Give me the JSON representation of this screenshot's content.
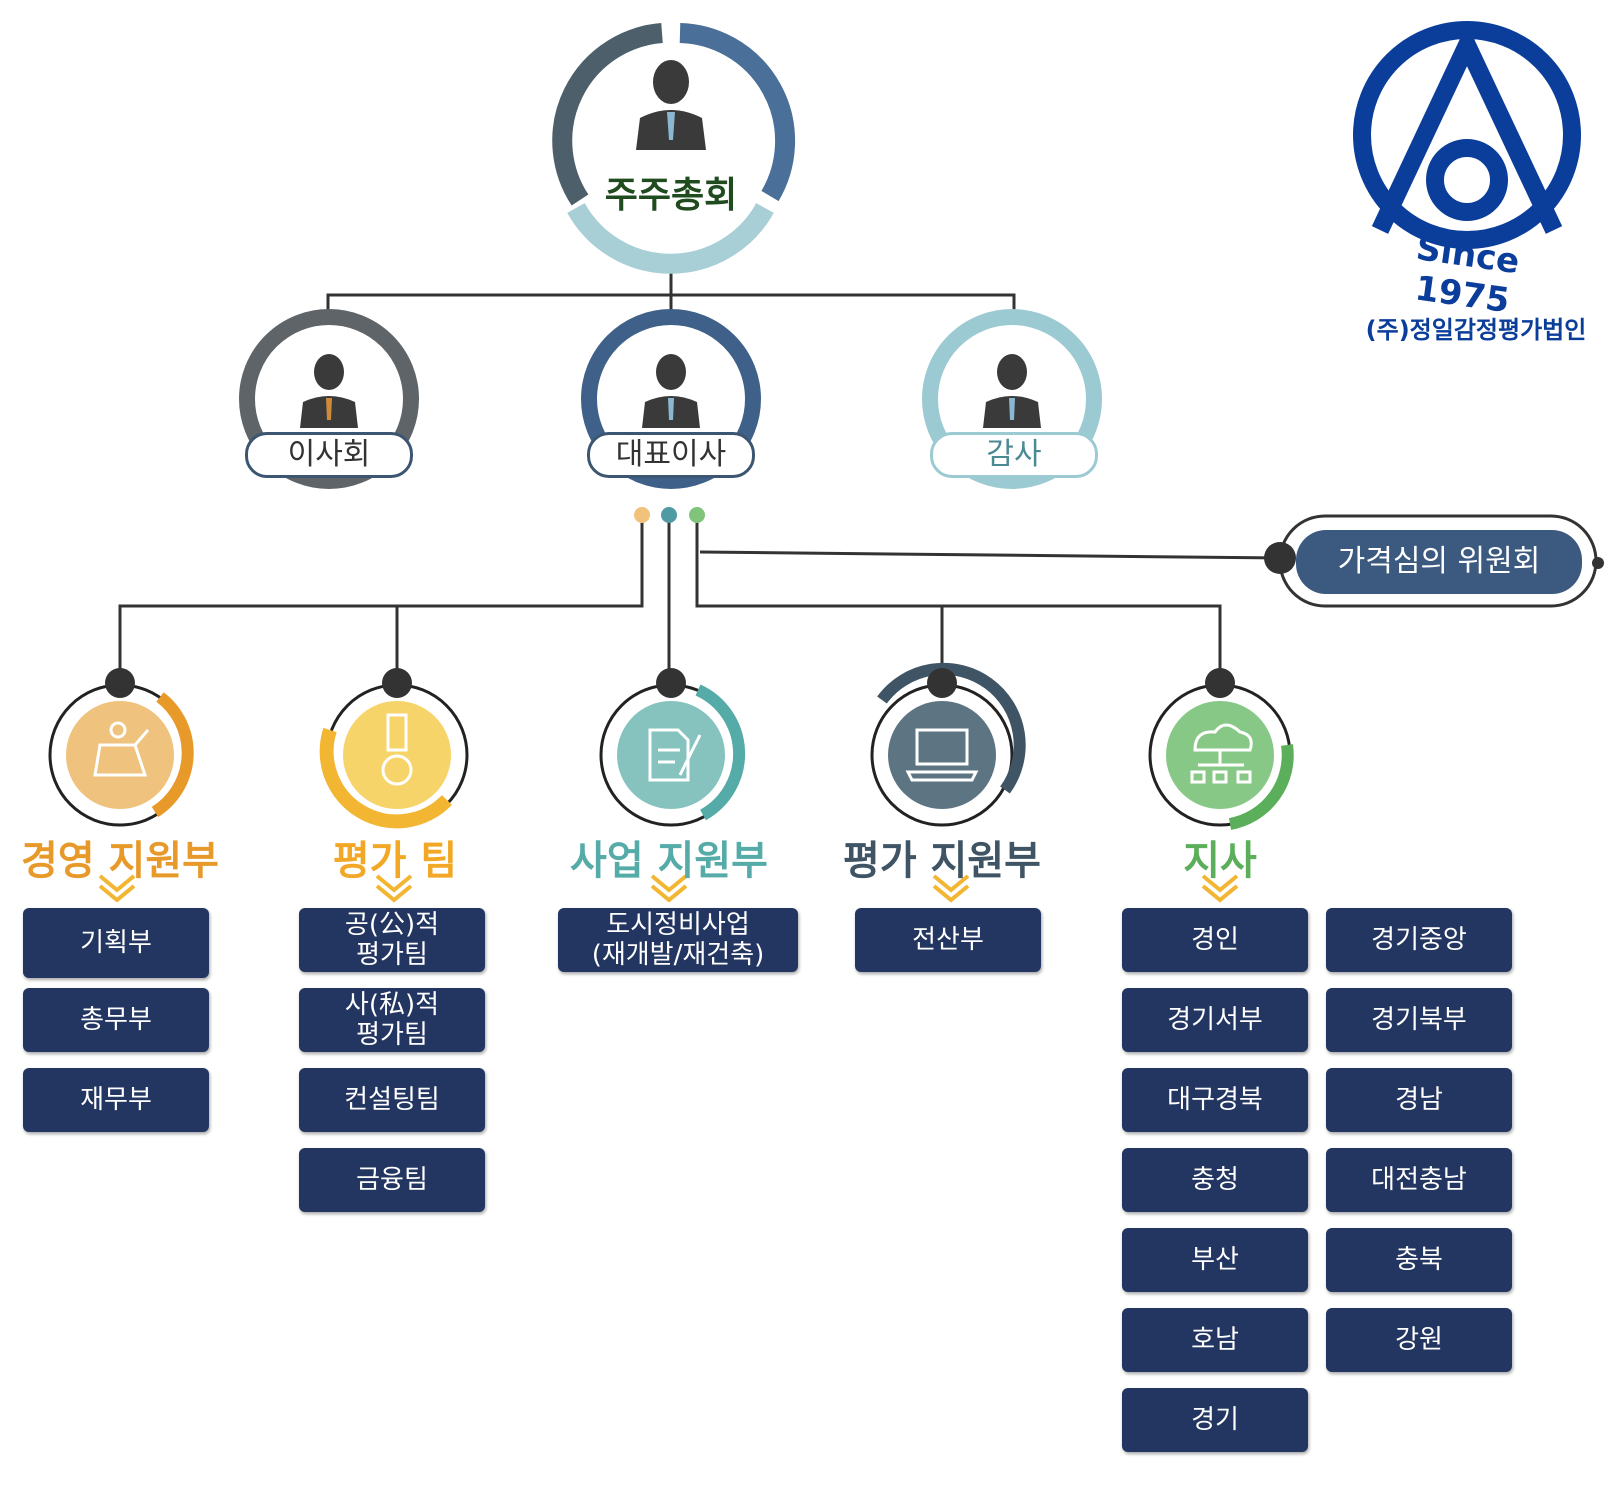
{
  "colors": {
    "navy_box": "#233561",
    "line": "#333333",
    "dept_management": "#e79a2a",
    "dept_evaluation_team": "#f2b632",
    "dept_business": "#55aba8",
    "dept_eval_support": "#3f5565",
    "dept_branch": "#5caf5a",
    "logo_blue": "#0b3e9a"
  },
  "top": {
    "shareholders": "주주총회",
    "board": "이사회",
    "ceo": "대표이사",
    "auditor": "감사",
    "committee": "가격심의 위원회"
  },
  "logo": {
    "since": "Since 1975",
    "company": "(주)정일감정평가법인"
  },
  "departments": [
    {
      "title": "경영 지원부",
      "icon": "presenter-icon",
      "units": [
        "기획부",
        "총무부",
        "재무부"
      ]
    },
    {
      "title": "평가 팀",
      "icon": "medal-icon",
      "units": [
        "공(公)적\n평가팀",
        "사(私)적\n평가팀",
        "컨설팅팀",
        "금융팀"
      ]
    },
    {
      "title": "사업 지원부",
      "icon": "document-pen-icon",
      "units": [
        "도시정비사업\n(재개발/재건축)"
      ]
    },
    {
      "title": "평가 지원부",
      "icon": "laptop-icon",
      "units": [
        "전산부"
      ]
    },
    {
      "title": "지사",
      "icon": "cloud-network-icon",
      "units": [
        "경인",
        "경기중앙",
        "경기서부",
        "경기북부",
        "대구경북",
        "경남",
        "충청",
        "대전충남",
        "부산",
        "충북",
        "호남",
        "강원",
        "경기"
      ]
    }
  ]
}
